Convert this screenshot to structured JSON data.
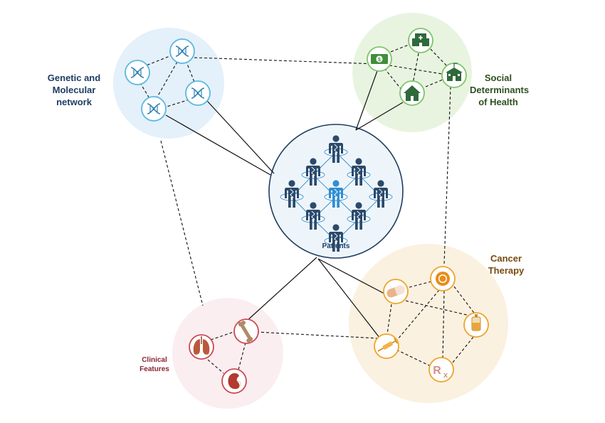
{
  "labels": {
    "genetic": "Genetic and\nMolecular network",
    "social": "Social\nDeterminants\nof Health",
    "cancer": "Cancer\nTherapy",
    "clinical": "Clinical\nFeatures",
    "patients": "Patients"
  },
  "icons": {
    "dna": "dna-icon",
    "money": "money-icon",
    "hospital": "hospital-icon",
    "school": "school-icon",
    "home": "home-icon",
    "pill": "capsule-icon",
    "radiation": "radiation-icon",
    "iv_bag": "iv-bag-icon",
    "prescription": "prescription-icon",
    "syringe": "syringe-icon",
    "lungs": "lungs-icon",
    "bone": "bone-icon",
    "kidney": "kidney-icon",
    "person": "person-icon"
  },
  "colors": {
    "genetic_fill": "#e4f0fa",
    "genetic_accent": "#59b8df",
    "social_fill": "#e8f4e0",
    "social_accent": "#7fc46a",
    "cancer_fill": "#fbf1e1",
    "cancer_accent": "#eda52a",
    "clinical_fill": "#fbeef0",
    "clinical_accent": "#cc4852",
    "patients_fill": "#eef5fa",
    "patients_ring": "#1f3d63",
    "person_dark": "#2c4a6b",
    "person_highlight": "#2f8fd1",
    "edge": "#111111"
  }
}
